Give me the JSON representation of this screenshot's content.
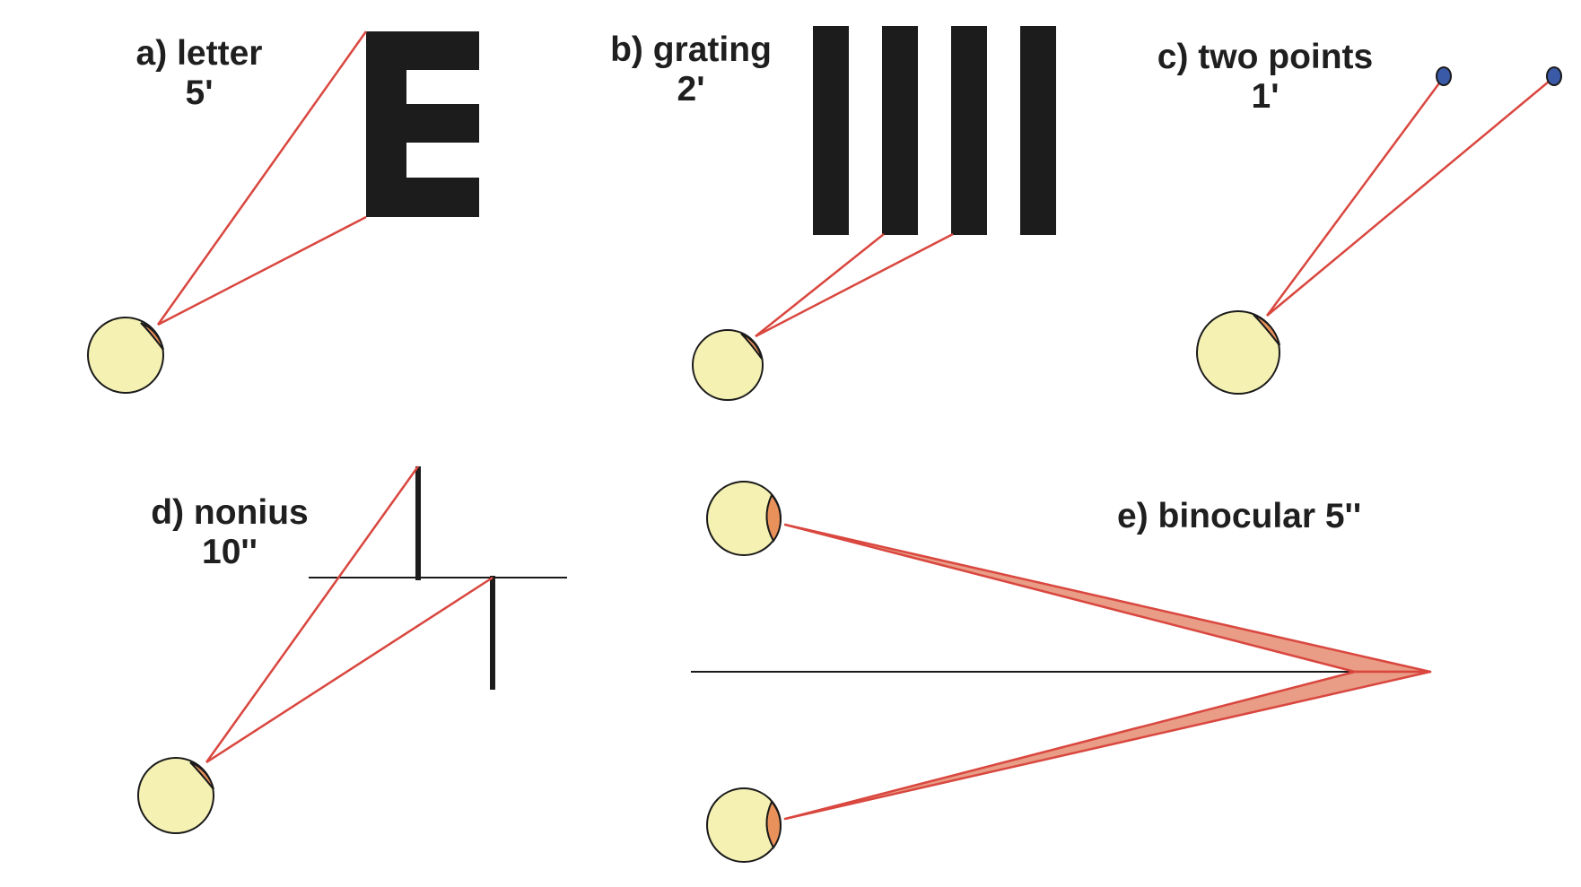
{
  "colors": {
    "eye_fill": "#f5f1b3",
    "cornea_fill": "#e8915a",
    "ray": "#d9473f",
    "ray_fill": "#e99c86",
    "stimulus": "#1c1c1c",
    "point": "#3a5aa8",
    "outline": "#1a1a1a"
  },
  "panels": {
    "a": {
      "title": "a) letter",
      "value": "5'",
      "letter": "E"
    },
    "b": {
      "title": "b) grating",
      "value": "2'"
    },
    "c": {
      "title": "c) two points",
      "value": "1'"
    },
    "d": {
      "title": "d) nonius",
      "value": "10''"
    },
    "e": {
      "title": "e) binocular 5''"
    }
  }
}
